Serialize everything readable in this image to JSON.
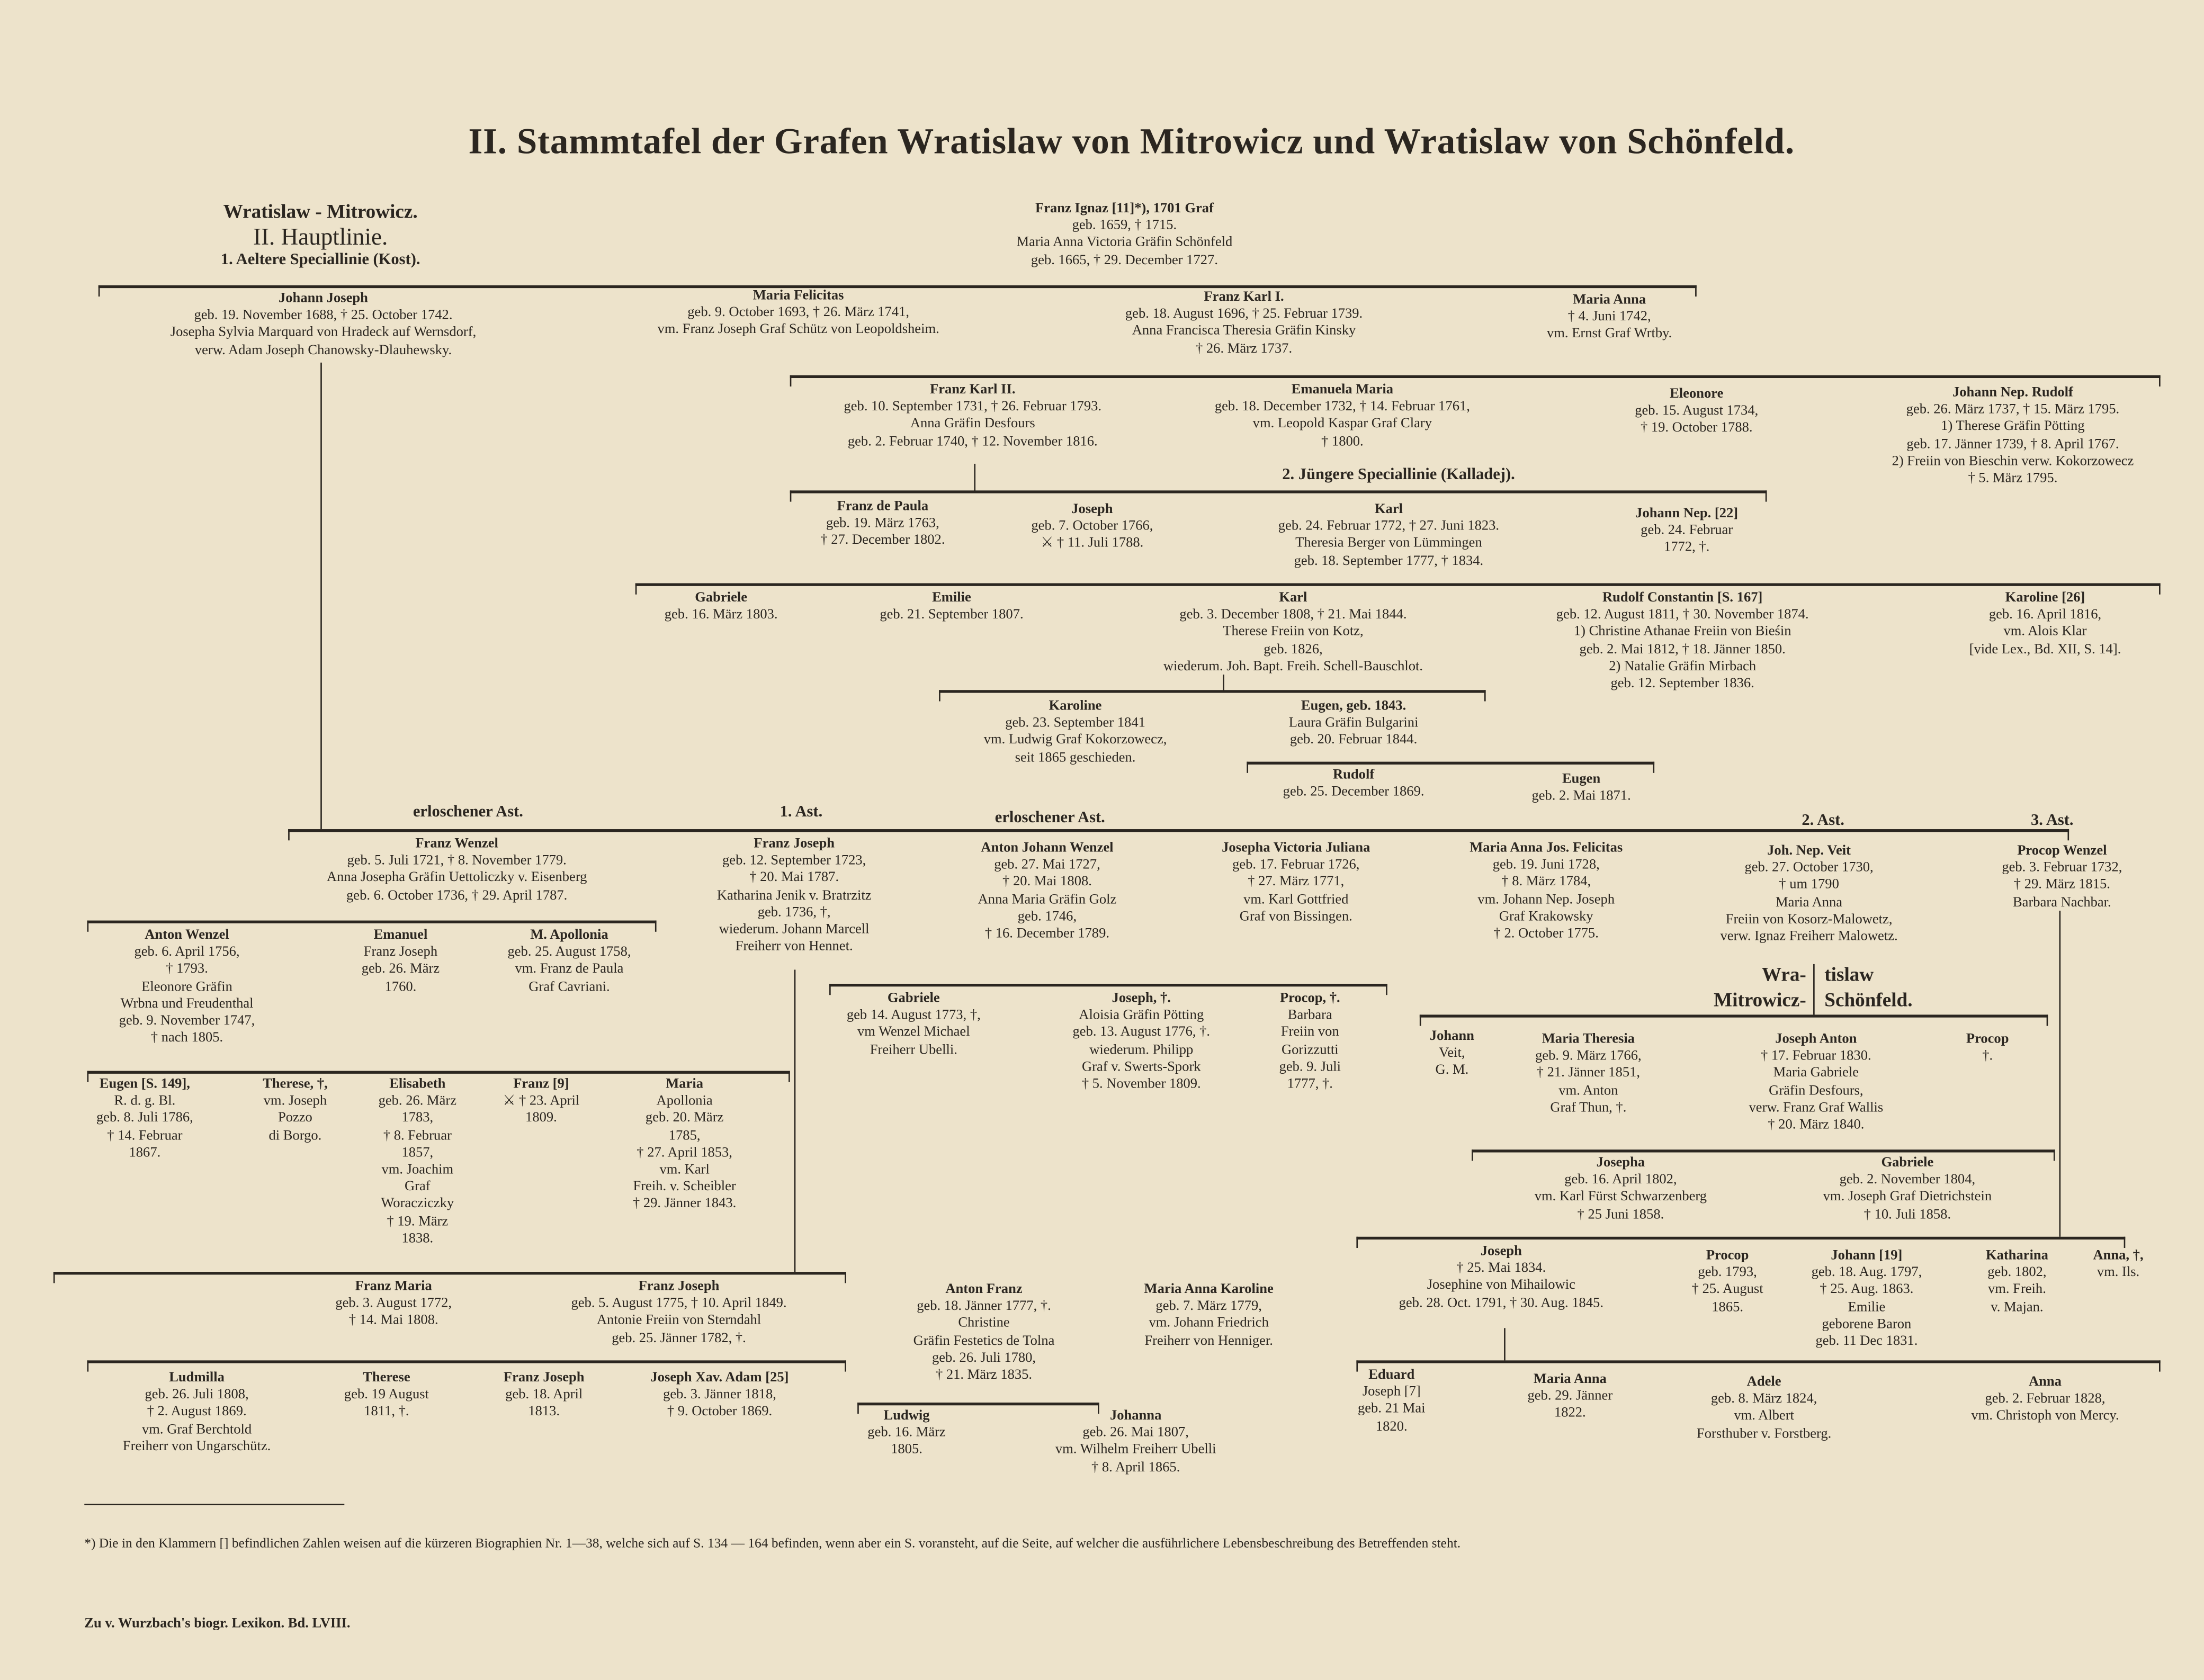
{
  "title": "II. Stammtafel der Grafen Wratislaw von Mitrowicz und Wratislaw von Schönfeld.",
  "header": {
    "line1": "Wratislaw - Mitrowicz.",
    "line2": "II. Hauptlinie.",
    "line3": "1. Aeltere Speciallinie (Kost)."
  },
  "labels": {
    "juengere": "2. Jüngere Speciallinie (Kalladej).",
    "erl1": "erloschener Ast.",
    "ast1": "1. Ast.",
    "erl2": "erloschener Ast.",
    "ast2": "2. Ast.",
    "ast3": "3. Ast.",
    "split_a": "Wra-",
    "split_b": "tislaw",
    "split_c": "Mitrowicz-",
    "split_d": "Schönfeld."
  },
  "persons": [
    {
      "name": "Franz Ignaz [11]*), 1701 Graf",
      "details": "geb. 1659, † 1715.\nMaria Anna Victoria Gräfin Schönfeld\ngeb. 1665, † 29. December 1727."
    },
    {
      "name": "Johann Joseph",
      "details": "geb. 19. November 1688, † 25. October 1742.\nJosepha Sylvia Marquard von Hradeck auf Wernsdorf,\nverw. Adam Joseph Chanowsky-Dlauhewsky."
    },
    {
      "name": "Maria Felicitas",
      "details": "geb. 9. October 1693, † 26. März 1741,\nvm. Franz Joseph Graf Schütz von Leopoldsheim."
    },
    {
      "name": "Franz Karl I.",
      "details": "geb. 18. August 1696, † 25. Februar 1739.\nAnna Francisca Theresia Gräfin Kinsky\n† 26. März 1737."
    },
    {
      "name": "Maria Anna",
      "details": "† 4. Juni 1742,\nvm. Ernst Graf Wrtby."
    },
    {
      "name": "Franz Karl II.",
      "details": "geb. 10. September 1731, † 26. Februar 1793.\nAnna Gräfin Desfours\ngeb. 2. Februar 1740, † 12. November 1816."
    },
    {
      "name": "Emanuela Maria",
      "details": "geb. 18. December 1732, † 14. Februar 1761,\nvm. Leopold Kaspar Graf Clary\n† 1800."
    },
    {
      "name": "Eleonore",
      "details": "geb. 15. August 1734,\n† 19. October 1788."
    },
    {
      "name": "Johann Nep. Rudolf",
      "details": "geb. 26. März 1737, † 15. März 1795.\n1) Therese Gräfin Pötting\ngeb. 17. Jänner 1739, † 8. April 1767.\n2) Freiin von Bieschin verw. Kokorzowecz\n† 5. März 1795."
    },
    {
      "name": "Franz de Paula",
      "details": "geb. 19. März 1763,\n† 27. December 1802."
    },
    {
      "name": "Joseph",
      "details": "geb. 7. October 1766,\n⚔ † 11. Juli 1788."
    },
    {
      "name": "Karl",
      "details": "geb. 24. Februar 1772, † 27. Juni 1823.\nTheresia Berger von Lümmingen\ngeb. 18. September 1777, † 1834."
    },
    {
      "name": "Johann Nep. [22]",
      "details": "geb. 24. Februar\n1772, †."
    },
    {
      "name": "Gabriele",
      "details": "geb. 16. März 1803."
    },
    {
      "name": "Emilie",
      "details": "geb. 21. September 1807."
    },
    {
      "name": "Karl",
      "details": "geb. 3. December 1808, † 21. Mai 1844.\nTherese Freiin von Kotz,\ngeb. 1826,\nwiederum. Joh. Bapt. Freih. Schell-Bauschlot."
    },
    {
      "name": "Rudolf Constantin [S. 167]",
      "details": "geb. 12. August 1811, † 30. November 1874.\n1) Christine Athanae Freiin von Bieśin\ngeb. 2. Mai 1812, † 18. Jänner 1850.\n2) Natalie Gräfin Mirbach\ngeb. 12. September 1836."
    },
    {
      "name": "Karoline [26]",
      "details": "geb. 16. April 1816,\nvm. Alois Klar\n[vide Lex., Bd. XII, S. 14]."
    },
    {
      "name": "Karoline",
      "details": "geb. 23. September 1841\nvm. Ludwig Graf Kokorzowecz,\nseit 1865 geschieden."
    },
    {
      "name": "Eugen, geb. 1843.",
      "details": "Laura Gräfin Bulgarini\ngeb. 20. Februar 1844."
    },
    {
      "name": "Rudolf",
      "details": "geb. 25. December 1869."
    },
    {
      "name": "Eugen",
      "details": "geb. 2. Mai 1871."
    },
    {
      "name": "Franz Wenzel",
      "details": "geb. 5. Juli 1721, † 8. November 1779.\nAnna Josepha Gräfin Uettoliczky v. Eisenberg\ngeb. 6. October 1736, † 29. April 1787."
    },
    {
      "name": "Franz Joseph",
      "details": "geb. 12. September 1723,\n† 20. Mai 1787.\nKatharina Jenik v. Bratrzitz\ngeb. 1736, †,\nwiederum. Johann Marcell\nFreiherr von Hennet."
    },
    {
      "name": "Anton Johann Wenzel",
      "details": "geb. 27. Mai 1727,\n† 20. Mai 1808.\nAnna Maria Gräfin Golz\ngeb. 1746,\n† 16. December 1789."
    },
    {
      "name": "Josepha Victoria Juliana",
      "details": "geb. 17. Februar 1726,\n† 27. März 1771,\nvm. Karl Gottfried\nGraf von Bissingen."
    },
    {
      "name": "Maria Anna Jos. Felicitas",
      "details": "geb. 19. Juni 1728,\n† 8. März 1784,\nvm. Johann Nep. Joseph\nGraf Krakowsky\n† 2. October 1775."
    },
    {
      "name": "Joh. Nep. Veit",
      "details": "geb. 27. October 1730,\n† um 1790\nMaria Anna\nFreiin von Kosorz-Malowetz,\nverw. Ignaz Freiherr Malowetz."
    },
    {
      "name": "Procop Wenzel",
      "details": "geb. 3. Februar 1732,\n† 29. März 1815.\nBarbara Nachbar."
    },
    {
      "name": "Anton Wenzel",
      "details": "geb. 6. April 1756,\n† 1793.\nEleonore Gräfin\nWrbna und Freudenthal\ngeb. 9. November 1747,\n† nach 1805."
    },
    {
      "name": "Emanuel",
      "details": "Franz Joseph\ngeb. 26. März\n1760."
    },
    {
      "name": "M. Apollonia",
      "details": "geb. 25. August 1758,\nvm. Franz de Paula\nGraf Cavriani."
    },
    {
      "name": "Gabriele",
      "details": "geb 14. August 1773, †,\nvm Wenzel Michael\nFreiherr Ubelli."
    },
    {
      "name": "Joseph, †.",
      "details": "Aloisia Gräfin Pötting\ngeb. 13. August 1776, †.\nwiederum. Philipp\nGraf v. Swerts-Spork\n† 5. November 1809."
    },
    {
      "name": "Procop, †.",
      "details": "Barbara\nFreiin von\nGorizzutti\ngeb. 9. Juli\n1777, †."
    },
    {
      "name": "Johann",
      "details": "Veit,\nG. M."
    },
    {
      "name": "Maria Theresia",
      "details": "geb. 9. März 1766,\n† 21. Jänner 1851,\nvm. Anton\nGraf Thun, †."
    },
    {
      "name": "Joseph Anton",
      "details": "† 17. Februar 1830.\nMaria Gabriele\nGräfin Desfours,\nverw. Franz Graf Wallis\n† 20. März 1840."
    },
    {
      "name": "Procop",
      "details": "†."
    },
    {
      "name": "Eugen [S. 149],",
      "details": "R. d. g. Bl.\ngeb. 8. Juli 1786,\n† 14. Februar\n1867."
    },
    {
      "name": "Therese, †,",
      "details": "vm. Joseph\nPozzo\ndi Borgo."
    },
    {
      "name": "Elisabeth",
      "details": "geb. 26. März\n1783,\n† 8. Februar\n1857,\nvm. Joachim\nGraf\nWoracziczky\n† 19. März\n1838."
    },
    {
      "name": "Franz [9]",
      "details": "⚔ † 23. April\n1809."
    },
    {
      "name": "Maria",
      "details": "Apollonia\ngeb. 20. März\n1785,\n† 27. April 1853,\nvm. Karl\nFreih. v. Scheibler\n† 29. Jänner 1843."
    },
    {
      "name": "Josepha",
      "details": "geb. 16. April 1802,\nvm. Karl Fürst Schwarzenberg\n† 25 Juni 1858."
    },
    {
      "name": "Gabriele",
      "details": "geb. 2. November 1804,\nvm. Joseph Graf Dietrichstein\n† 10. Juli 1858."
    },
    {
      "name": "Joseph",
      "details": "† 25. Mai 1834.\nJosephine von Mihailowic\ngeb. 28. Oct. 1791, † 30. Aug. 1845."
    },
    {
      "name": "Procop",
      "details": "geb. 1793,\n† 25. August\n1865."
    },
    {
      "name": "Johann [19]",
      "details": "geb. 18. Aug. 1797,\n† 25. Aug. 1863.\nEmilie\ngeborene Baron\ngeb. 11 Dec 1831."
    },
    {
      "name": "Katharina",
      "details": "geb. 1802,\nvm. Freih.\nv. Majan."
    },
    {
      "name": "Anna, †,",
      "details": "vm. Ils."
    },
    {
      "name": "Franz Maria",
      "details": "geb. 3. August 1772,\n† 14. Mai 1808."
    },
    {
      "name": "Franz Joseph",
      "details": "geb. 5. August 1775, † 10. April 1849.\nAntonie Freiin von Sterndahl\ngeb. 25. Jänner 1782, †."
    },
    {
      "name": "Anton Franz",
      "details": "geb. 18. Jänner 1777, †.\nChristine\nGräfin Festetics de Tolna\ngeb. 26. Juli 1780,\n† 21. März 1835."
    },
    {
      "name": "Maria Anna Karoline",
      "details": "geb. 7. März 1779,\nvm. Johann Friedrich\nFreiherr von Henniger."
    },
    {
      "name": "Eduard",
      "details": "Joseph [7]\ngeb. 21 Mai\n1820."
    },
    {
      "name": "Maria Anna",
      "details": "geb. 29. Jänner\n1822."
    },
    {
      "name": "Adele",
      "details": "geb. 8. März 1824,\nvm. Albert\nForsthuber v. Forstberg."
    },
    {
      "name": "Anna",
      "details": "geb. 2. Februar 1828,\nvm. Christoph von Mercy."
    },
    {
      "name": "Ludmilla",
      "details": "geb. 26. Juli 1808,\n† 2. August 1869.\nvm. Graf Berchtold\nFreiherr von Ungarschütz."
    },
    {
      "name": "Therese",
      "details": "geb. 19 August\n1811, †."
    },
    {
      "name": "Franz Joseph",
      "details": "geb. 18. April\n1813."
    },
    {
      "name": "Joseph Xav. Adam [25]",
      "details": "geb. 3. Jänner 1818,\n† 9. October 1869."
    },
    {
      "name": "Ludwig",
      "details": "geb. 16. März\n1805."
    },
    {
      "name": "Johanna",
      "details": "geb. 26. Mai 1807,\nvm. Wilhelm Freiherr Ubelli\n† 8. April 1865."
    }
  ],
  "footnote": "*) Die in den Klammern [] befindlichen Zahlen weisen auf die kürzeren Biographien Nr. 1—38, welche sich auf S. 134 — 164 befinden, wenn aber ein S. voransteht, auf die Seite, auf welcher die ausführlichere Lebensbeschreibung des Betreffenden steht.",
  "bottom_note": "Zu v. Wurzbach's biogr. Lexikon. Bd. LVIII."
}
